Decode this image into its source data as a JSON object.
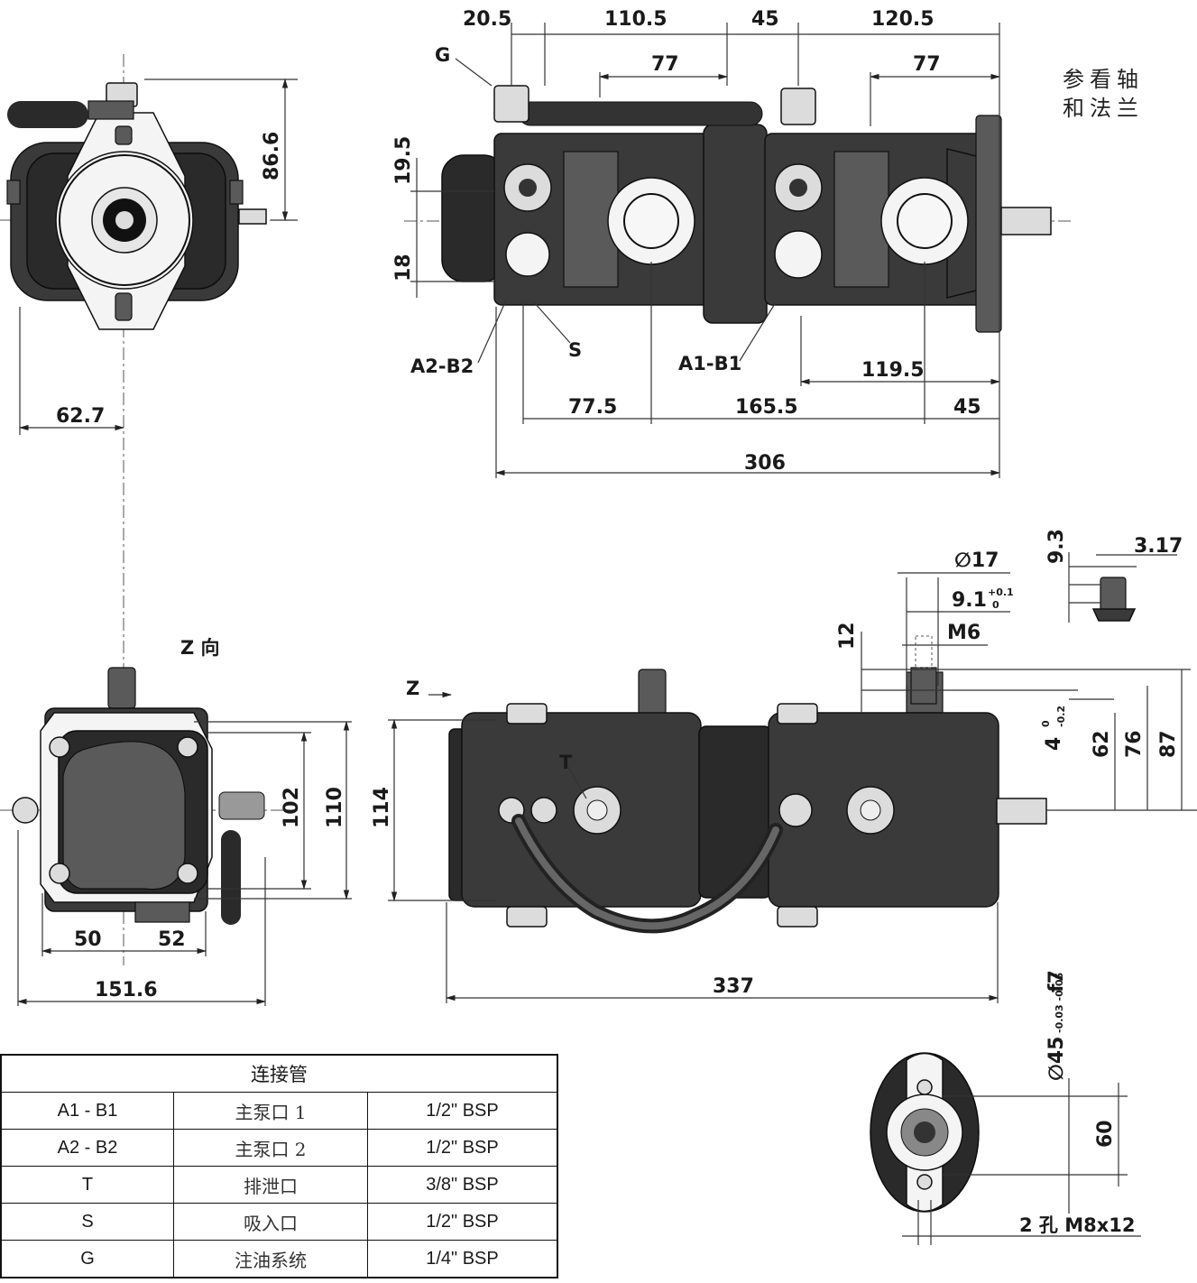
{
  "note": {
    "line1": "参看轴",
    "line2": "和法兰"
  },
  "labels": {
    "G": "G",
    "S": "S",
    "A2B2": "A2-B2",
    "A1B1": "A1-B1",
    "T": "T",
    "z_view": "Z 向",
    "z_arrow": "Z",
    "holes": "2 孔 M8x12",
    "m6": "M6"
  },
  "dims": {
    "d20_5": "20.5",
    "d110_5": "110.5",
    "d45a": "45",
    "d120_5": "120.5",
    "d77a": "77",
    "d77b": "77",
    "d86_6": "86.6",
    "d19_5": "19.5",
    "d18": "18",
    "d62_7": "62.7",
    "d119_5": "119.5",
    "d77_5": "77.5",
    "d165_5": "165.5",
    "d45b": "45",
    "d306": "306",
    "d9_3": "9.3",
    "d3_17": "3.17",
    "d17": "∅17",
    "d9_1": "9.1",
    "d9_1_tol_up": "+0.1",
    "d9_1_tol_lo": "0",
    "d12": "12",
    "d4": "4",
    "d4_tol_up": "0",
    "d4_tol_lo": "-0.2",
    "d62": "62",
    "d76": "76",
    "d87": "87",
    "d102": "102",
    "d110": "110",
    "d114": "114",
    "d50": "50",
    "d52": "52",
    "d151_6": "151.6",
    "d337": "337",
    "d45f7": "∅45",
    "d45f7_tol": "-0.03 -0.05",
    "d45f7_fit": "f7",
    "d60": "60"
  },
  "table": {
    "title": "连接管",
    "rows": [
      {
        "code": "A1 - B1",
        "name": "主泵口 1",
        "size": "1/2\" BSP"
      },
      {
        "code": "A2 - B2",
        "name": "主泵口 2",
        "size": "1/2\" BSP"
      },
      {
        "code": "T",
        "name": "排泄口",
        "size": "3/8\" BSP"
      },
      {
        "code": "S",
        "name": "吸入口",
        "size": "1/2\" BSP"
      },
      {
        "code": "G",
        "name": "注油系统",
        "size": "1/4\" BSP"
      }
    ]
  }
}
